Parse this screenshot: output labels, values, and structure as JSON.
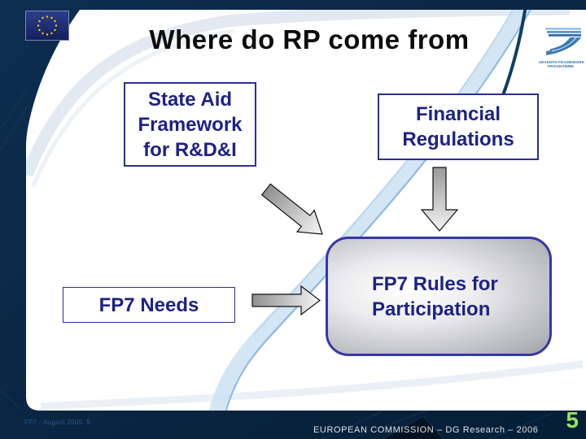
{
  "slide": {
    "title": "Where do RP come from",
    "footer_left": "FP7 - August 2005  5",
    "footer_right": "EUROPEAN COMMISSION – DG Research – 2006",
    "page_number": "5"
  },
  "logos": {
    "eu_flag": "european-union-flag",
    "fp7_line1": "SEVENTH FRAMEWORK",
    "fp7_line2": "PROGRAMME"
  },
  "diagram": {
    "boxes": [
      {
        "id": "state-aid-framework",
        "lines": [
          "State Aid",
          "Framework",
          "for R&D&I"
        ]
      },
      {
        "id": "financial-regulations",
        "lines": [
          "Financial",
          "Regulations"
        ]
      },
      {
        "id": "fp7-needs",
        "lines": [
          "FP7 Needs"
        ]
      },
      {
        "id": "fp7-rules-participation",
        "lines": [
          "FP7 Rules for",
          "Participation"
        ]
      }
    ],
    "arrows": [
      {
        "from": "state-aid-framework",
        "to": "fp7-rules-participation",
        "direction": "down-right"
      },
      {
        "from": "financial-regulations",
        "to": "fp7-rules-participation",
        "direction": "down"
      },
      {
        "from": "fp7-needs",
        "to": "fp7-rules-participation",
        "direction": "right"
      }
    ]
  },
  "colors": {
    "background_navy": "#0A2846",
    "box_text_navy": "#1D2383",
    "box_border_navy": "#2B2F8F",
    "rounded_border_blue": "#3538A6",
    "arrow_fill": "#c9c9c9",
    "swoosh_gray": "#E2E9F1",
    "band_light_blue": "#CCE0F2",
    "footer_text": "#DCE1E6",
    "footer_left_blue": "#2B5A94",
    "page_number_green": "#90E55F",
    "eu_flag_blue": "#1F2F7D",
    "star_gold": "#FFCC00"
  }
}
